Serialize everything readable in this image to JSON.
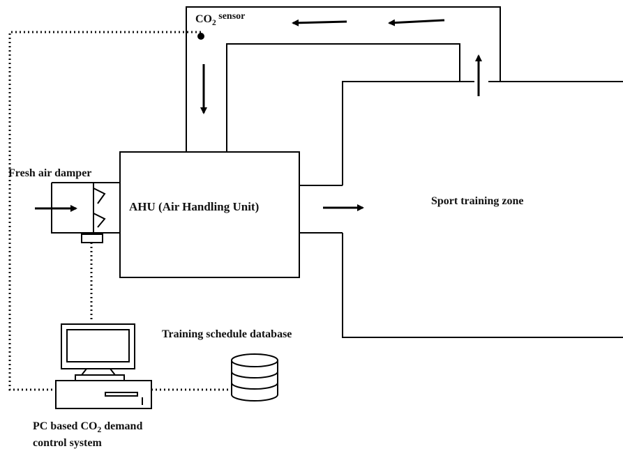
{
  "labels": {
    "co2_sensor": {
      "prefix": "CO",
      "sub": "2",
      "suffix": " sensor"
    },
    "fresh_air_damper": "Fresh air damper",
    "ahu": "AHU (Air Handling Unit)",
    "zone": "Sport training zone",
    "database": "Training schedule database",
    "pc_line1": {
      "prefix": "PC based CO",
      "sub": "2",
      "suffix": " demand"
    },
    "pc_line2": "control system"
  },
  "colors": {
    "line": "#000000",
    "dotted": "#111111",
    "background": "#ffffff"
  },
  "icons": [
    "arrow-icon",
    "damper-icon",
    "computer-icon",
    "database-icon",
    "sensor-dot-icon"
  ]
}
